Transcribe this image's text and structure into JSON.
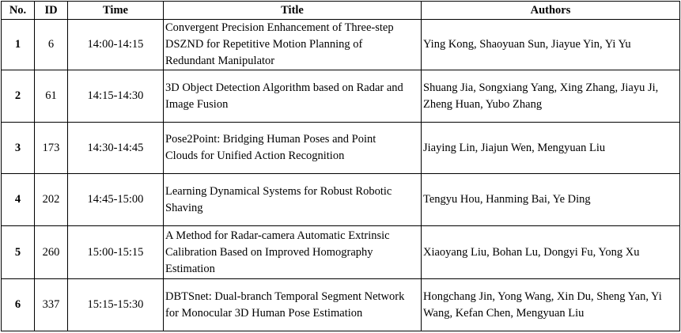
{
  "headers": {
    "no": "No.",
    "id": "ID",
    "time": "Time",
    "title": "Title",
    "authors": "Authors"
  },
  "rows": [
    {
      "no": "1",
      "id": "6",
      "time": "14:00-14:15",
      "title": [
        "Convergent Precision Enhancement of Three-step",
        "DSZND for Repetitive Motion Planning of",
        "Redundant Manipulator"
      ],
      "authors": [
        "Ying Kong, Shaoyuan Sun, Jiayue Yin, Yi Yu"
      ]
    },
    {
      "no": "2",
      "id": "61",
      "time": "14:15-14:30",
      "title": [
        "3D Object Detection Algorithm based on Radar and",
        "Image Fusion"
      ],
      "authors": [
        "Shuang Jia, Songxiang Yang, Xing Zhang, Jiayu Ji,",
        "Zheng Huan, Yubo Zhang"
      ]
    },
    {
      "no": "3",
      "id": "173",
      "time": "14:30-14:45",
      "title": [
        "Pose2Point: Bridging Human Poses and Point",
        "Clouds for Unified Action Recognition"
      ],
      "authors": [
        "Jiaying Lin, Jiajun Wen, Mengyuan Liu"
      ]
    },
    {
      "no": "4",
      "id": "202",
      "time": "14:45-15:00",
      "title": [
        "Learning Dynamical Systems for Robust Robotic",
        "Shaving"
      ],
      "authors": [
        "Tengyu Hou, Hanming Bai, Ye Ding"
      ]
    },
    {
      "no": "5",
      "id": "260",
      "time": "15:00-15:15",
      "title": [
        "A Method for Radar-camera Automatic Extrinsic",
        "Calibration Based on Improved Homography",
        "Estimation"
      ],
      "authors": [
        "Xiaoyang Liu, Bohan Lu, Dongyi Fu, Yong Xu"
      ]
    },
    {
      "no": "6",
      "id": "337",
      "time": "15:15-15:30",
      "title": [
        "DBTSnet: Dual-branch Temporal Segment Network",
        "for Monocular 3D Human Pose Estimation"
      ],
      "authors": [
        "Hongchang Jin, Yong Wang, Xin Du, Sheng Yan, Yi",
        "Wang, Kefan Chen, Mengyuan Liu"
      ]
    }
  ]
}
